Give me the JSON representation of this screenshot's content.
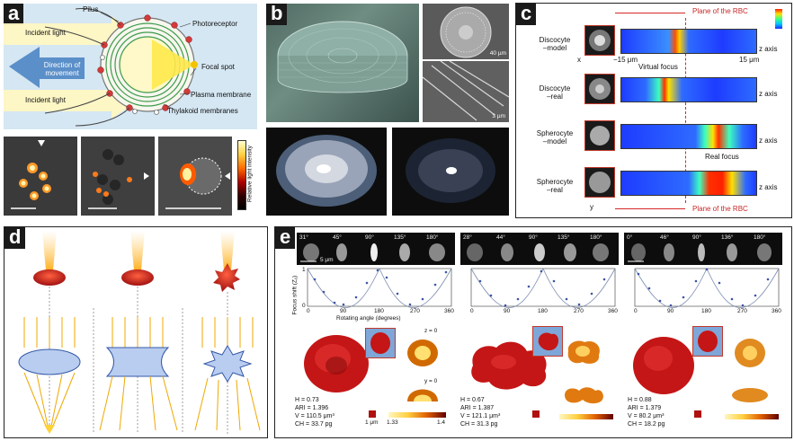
{
  "panels": {
    "a": {
      "label": "a",
      "pilus": "Pilus",
      "incident_light_top": "Incident light",
      "incident_light_bottom": "Incident light",
      "direction": "Direction of movement",
      "photoreceptor": "Photoreceptor",
      "focal_spot": "Focal spot",
      "plasma_membrane": "Plasma membrane",
      "thylakoid": "Thylakoid membranes",
      "colorbar_label": "Relative light intensity"
    },
    "b": {
      "label": "b",
      "scale_top": "40 µm",
      "scale_bottom": "3 µm"
    },
    "c": {
      "label": "c",
      "plane_top": "Plane of the RBC",
      "plane_bottom": "Plane of the RBC",
      "rows": [
        "Discocyte\n–model",
        "Discocyte\n–real",
        "Spherocyte\n–model",
        "Spherocyte\n–real"
      ],
      "minus15": "−15 μm",
      "plus15": "15 μm",
      "virtual_focus": "Virtual focus",
      "real_focus": "Real focus",
      "z_axis": "z axis",
      "x": "x",
      "y": "y"
    },
    "d": {
      "label": "d"
    },
    "e": {
      "label": "e",
      "scale": "5 μm",
      "angles_1": [
        "31°",
        "45°",
        "90°",
        "135°",
        "180°"
      ],
      "angles_2": [
        "28°",
        "44°",
        "90°",
        "135°",
        "180°"
      ],
      "angles_3": [
        "0°",
        "46°",
        "90°",
        "136°",
        "180°"
      ],
      "ylabel": "Focus shift (Zᵧ)",
      "xlabel": "Rotating angle (degrees)",
      "ticks": [
        "0",
        "90",
        "180",
        "270",
        "360"
      ],
      "ytick_top": "1",
      "ytick_bottom": "0",
      "z0": "z = 0",
      "y0": "y = 0",
      "cube_label": "1 μm",
      "cb_min": "1.33",
      "cb_max": "1.4",
      "cells": [
        {
          "H": "H = 0.73",
          "ARI": "ARI = 1.396",
          "V": "V = 110.5 μm³",
          "CH": "CH = 33.7 pg"
        },
        {
          "H": "H = 0.67",
          "ARI": "ARI = 1.387",
          "V": "V = 121.1 μm³",
          "CH": "CH = 31.3 pg"
        },
        {
          "H": "H = 0.88",
          "ARI": "ARI = 1.379",
          "V": "V = 80.2 μm³",
          "CH": "CH = 18.2 pg"
        }
      ]
    }
  }
}
